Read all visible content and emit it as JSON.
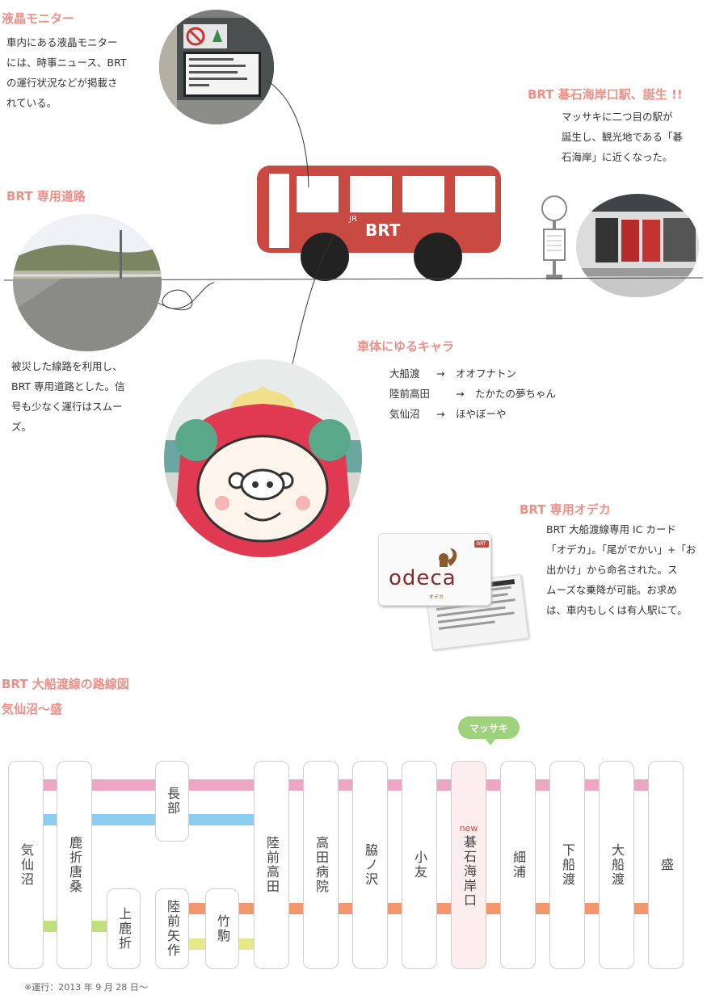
{
  "lcd": {
    "title": "液晶モニター",
    "lines": [
      "車内にある液晶モニター",
      "には、時事ニュース、BRT",
      "の運行状況などが掲載さ",
      "れている。"
    ]
  },
  "station_new": {
    "title": "BRT 碁石海岸口駅、誕生 !!",
    "lines": [
      "マッサキに二つ目の駅が",
      "誕生し、観光地である「碁",
      "石海岸」に近くなった。"
    ]
  },
  "road": {
    "title": "BRT 専用道路",
    "lines": [
      "被災した線路を利用し、",
      "BRT 専用道路とした。信",
      "号も少なく運行はスムー",
      "ズ。"
    ]
  },
  "bus": {
    "jr": "JR",
    "brt": "BRT"
  },
  "chara": {
    "title": "車体にゆるキャラ",
    "items": [
      {
        "place": "大船渡",
        "arrow": "→",
        "name": "オオフナトン"
      },
      {
        "place": "陸前高田",
        "arrow": "→",
        "name": "たかたの夢ちゃん"
      },
      {
        "place": "気仙沼",
        "arrow": "→",
        "name": "ほやぼーや"
      }
    ]
  },
  "odeca": {
    "title": "BRT 専用オデカ",
    "lines": [
      "BRT 大船渡線専用 IC カード",
      "「オデカ」。「尾がでかい」+「お",
      "出かけ」から命名された。ス",
      "ムーズな乗降が可能。お求め",
      "は、車内もしくは有人駅にて。"
    ],
    "card_logo": "odeca",
    "card_sub": "オデカ",
    "card_badge": "BRT"
  },
  "map": {
    "title": "BRT 大船渡線の路線図",
    "subtitle": "気仙沼～盛",
    "bubble": "マッサキ",
    "new_label": "new",
    "note": "※運行：2013 年 9 月 28 日〜",
    "stations": [
      "気仙沼",
      "鹿折唐桑",
      "上鹿折",
      "長部",
      "陸前矢作",
      "竹駒",
      "陸前高田",
      "高田病院",
      "脇ノ沢",
      "小友",
      "碁石海岸口",
      "細浦",
      "下船渡",
      "大船渡",
      "盛"
    ]
  },
  "colors": {
    "heading": "#ef8f86",
    "bus": "#c94a42",
    "route_pink": "#eda7c5",
    "route_blue": "#8dcdf0",
    "route_green": "#bfe07a",
    "route_orange": "#f4976f",
    "route_yellow": "#e6e88a",
    "bubble": "#9fd27c",
    "new_station_bg": "#fdeeee"
  }
}
